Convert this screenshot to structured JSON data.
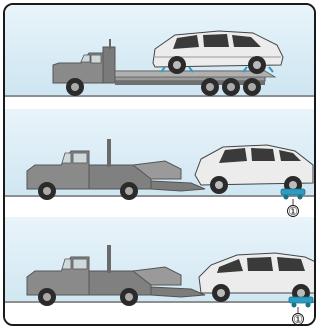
{
  "figure": {
    "panels": [
      {
        "method": "flatbed",
        "callout": ""
      },
      {
        "method": "wheel-lift",
        "callout": "①"
      },
      {
        "method": "wheel-lift",
        "callout": "①"
      }
    ],
    "colors": {
      "sky": "#d9ecf5",
      "ground": "#9c9c9c",
      "truck": "#8a8a8a",
      "truck_dark": "#5e5e5e",
      "car_body": "#e9e9e9",
      "tire": "#2b2b2b",
      "straps": "#2b9dc2",
      "dolly": "#2b9dc2"
    }
  }
}
